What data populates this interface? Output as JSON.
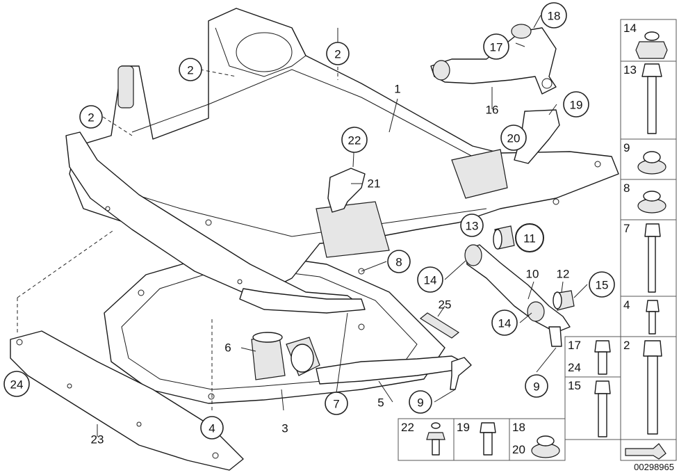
{
  "callouts": {
    "c1": "1",
    "c2a": "2",
    "c2b": "2",
    "c2c": "2",
    "c3": "3",
    "c4": "4",
    "c5": "5",
    "c6": "6",
    "c7": "7",
    "c8": "8",
    "c9a": "9",
    "c9b": "9",
    "c10": "10",
    "c11": "11",
    "c12": "12",
    "c13": "13",
    "c14a": "14",
    "c14b": "14",
    "c15": "15",
    "c16": "16",
    "c17": "17",
    "c18": "18",
    "c19": "19",
    "c20": "20",
    "c21": "21",
    "c22": "22",
    "c23": "23",
    "c24": "24",
    "c25": "25"
  },
  "highlight_color": "#e02020",
  "watermark": "NO",
  "fastener_legend_right": [
    "14",
    "13",
    "9",
    "8",
    "7",
    "4",
    "2"
  ],
  "fastener_legend_right_pair": [
    "17",
    "24",
    "15"
  ],
  "fastener_legend_bottom": [
    "22",
    "19",
    "18",
    "20"
  ],
  "doc_id": "00298965"
}
